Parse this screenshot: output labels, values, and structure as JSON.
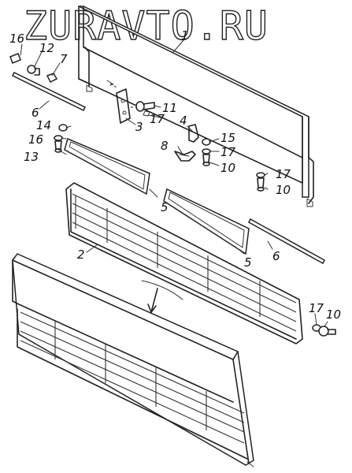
{
  "watermark": "ZURAVTO.RU",
  "callouts": {
    "c1": "1",
    "c2": "2",
    "c3": "3",
    "c4": "4",
    "c5a": "5",
    "c5b": "5",
    "c6a": "6",
    "c6b": "6",
    "c7": "7",
    "c8": "8",
    "c10a": "10",
    "c10b": "10",
    "c10c": "10",
    "c11": "11",
    "c12": "12",
    "c13": "13",
    "c14": "14",
    "c15": "15",
    "c16a": "16",
    "c16b": "16",
    "c17a": "17",
    "c17b": "17",
    "c17c": "17",
    "c17d": "17"
  }
}
